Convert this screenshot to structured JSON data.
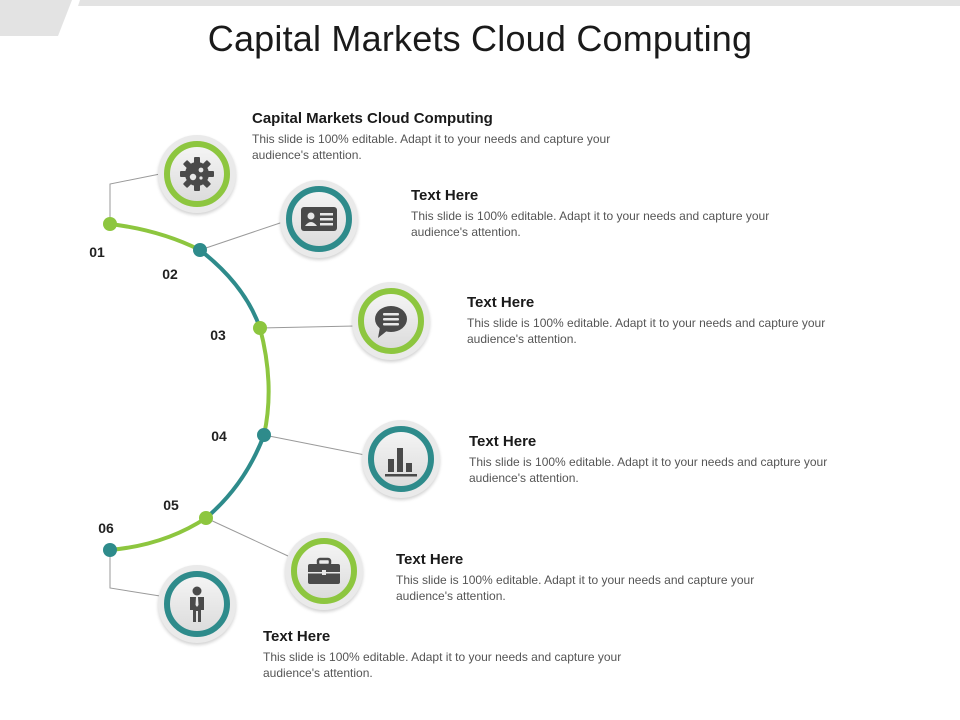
{
  "title": "Capital Markets Cloud Computing",
  "colors": {
    "green": "#8dc63f",
    "teal": "#2e8b8b",
    "connector": "#9a9a9a",
    "topbar": "#e3e3e3"
  },
  "steps": [
    {
      "num": "01",
      "heading": "Capital Markets Cloud Computing",
      "body": "This slide is 100% editable. Adapt it to your needs and capture your audience's  attention.",
      "icon": "gear-icon"
    },
    {
      "num": "02",
      "heading": "Text Here",
      "body": "This slide is 100% editable. Adapt it to your needs and capture your audience's  attention.",
      "icon": "id-card-icon"
    },
    {
      "num": "03",
      "heading": "Text Here",
      "body": "This slide is 100% editable. Adapt it to your needs and capture your audience's attention.",
      "icon": "chat-bubble-icon"
    },
    {
      "num": "04",
      "heading": "Text Here",
      "body": "This slide is 100% editable. Adapt it to your needs and capture your audience's attention.",
      "icon": "bar-chart-icon"
    },
    {
      "num": "05",
      "heading": "Text Here",
      "body": "This slide is 100% editable. Adapt it to your needs and capture your audience's attention.",
      "icon": "briefcase-icon"
    },
    {
      "num": "06",
      "heading": "Text Here",
      "body": "This slide is 100% editable. Adapt it to your needs and capture your audience's attention.",
      "icon": "businessman-icon"
    }
  ]
}
